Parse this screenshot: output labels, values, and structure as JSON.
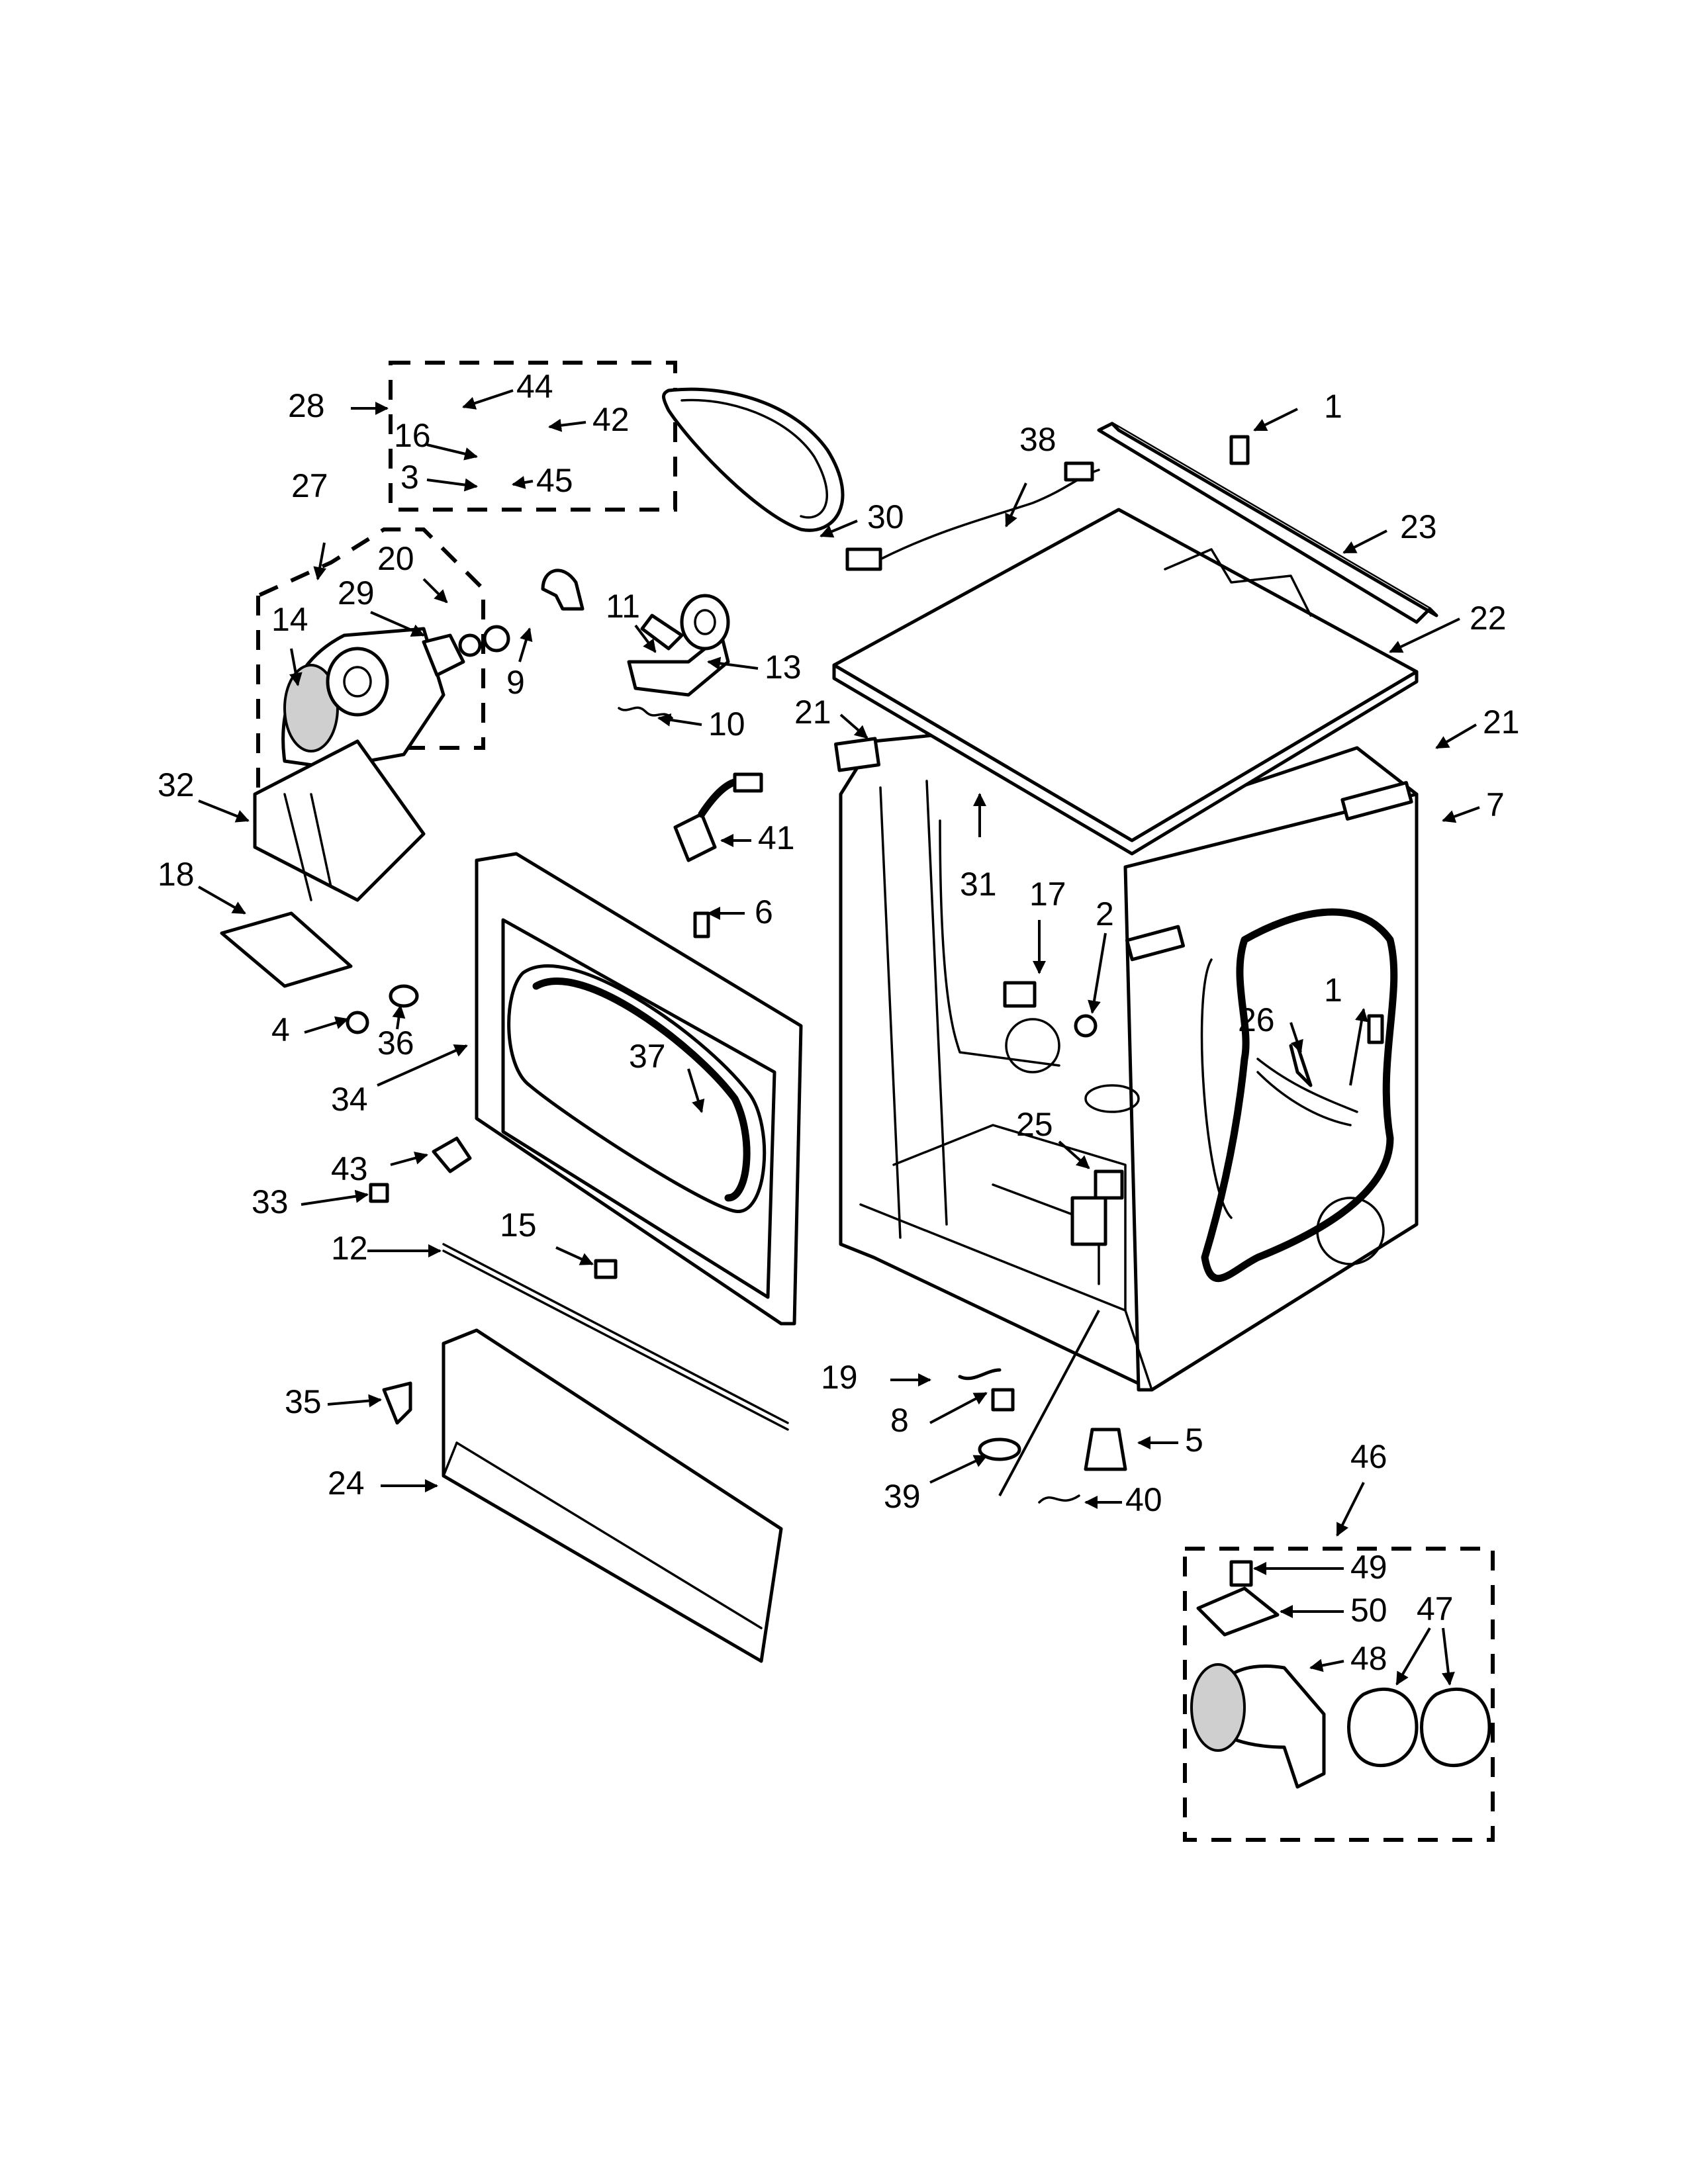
{
  "callouts": [
    {
      "id": "c1a",
      "text": "1"
    },
    {
      "id": "c1b",
      "text": "1"
    },
    {
      "id": "c2",
      "text": "2"
    },
    {
      "id": "c3",
      "text": "3"
    },
    {
      "id": "c4",
      "text": "4"
    },
    {
      "id": "c5",
      "text": "5"
    },
    {
      "id": "c6",
      "text": "6"
    },
    {
      "id": "c7",
      "text": "7"
    },
    {
      "id": "c8",
      "text": "8"
    },
    {
      "id": "c9",
      "text": "9"
    },
    {
      "id": "c10",
      "text": "10"
    },
    {
      "id": "c11",
      "text": "11"
    },
    {
      "id": "c12",
      "text": "12"
    },
    {
      "id": "c13",
      "text": "13"
    },
    {
      "id": "c14",
      "text": "14"
    },
    {
      "id": "c15",
      "text": "15"
    },
    {
      "id": "c16",
      "text": "16"
    },
    {
      "id": "c17",
      "text": "17"
    },
    {
      "id": "c18",
      "text": "18"
    },
    {
      "id": "c19",
      "text": "19"
    },
    {
      "id": "c20",
      "text": "20"
    },
    {
      "id": "c21a",
      "text": "21"
    },
    {
      "id": "c21b",
      "text": "21"
    },
    {
      "id": "c22",
      "text": "22"
    },
    {
      "id": "c23",
      "text": "23"
    },
    {
      "id": "c24",
      "text": "24"
    },
    {
      "id": "c25",
      "text": "25"
    },
    {
      "id": "c26",
      "text": "26"
    },
    {
      "id": "c27",
      "text": "27"
    },
    {
      "id": "c28",
      "text": "28"
    },
    {
      "id": "c29",
      "text": "29"
    },
    {
      "id": "c30",
      "text": "30"
    },
    {
      "id": "c31",
      "text": "31"
    },
    {
      "id": "c32",
      "text": "32"
    },
    {
      "id": "c33",
      "text": "33"
    },
    {
      "id": "c34",
      "text": "34"
    },
    {
      "id": "c35",
      "text": "35"
    },
    {
      "id": "c36",
      "text": "36"
    },
    {
      "id": "c37",
      "text": "37"
    },
    {
      "id": "c38",
      "text": "38"
    },
    {
      "id": "c39",
      "text": "39"
    },
    {
      "id": "c40",
      "text": "40"
    },
    {
      "id": "c41",
      "text": "41"
    },
    {
      "id": "c42",
      "text": "42"
    },
    {
      "id": "c43",
      "text": "43"
    },
    {
      "id": "c44",
      "text": "44"
    },
    {
      "id": "c45",
      "text": "45"
    },
    {
      "id": "c46",
      "text": "46"
    },
    {
      "id": "c47",
      "text": "47"
    },
    {
      "id": "c48",
      "text": "48"
    },
    {
      "id": "c49",
      "text": "49"
    },
    {
      "id": "c50",
      "text": "50"
    }
  ],
  "colors": {
    "line": "#000000",
    "background": "#ffffff",
    "fill_grey": "#cfcfcf"
  }
}
